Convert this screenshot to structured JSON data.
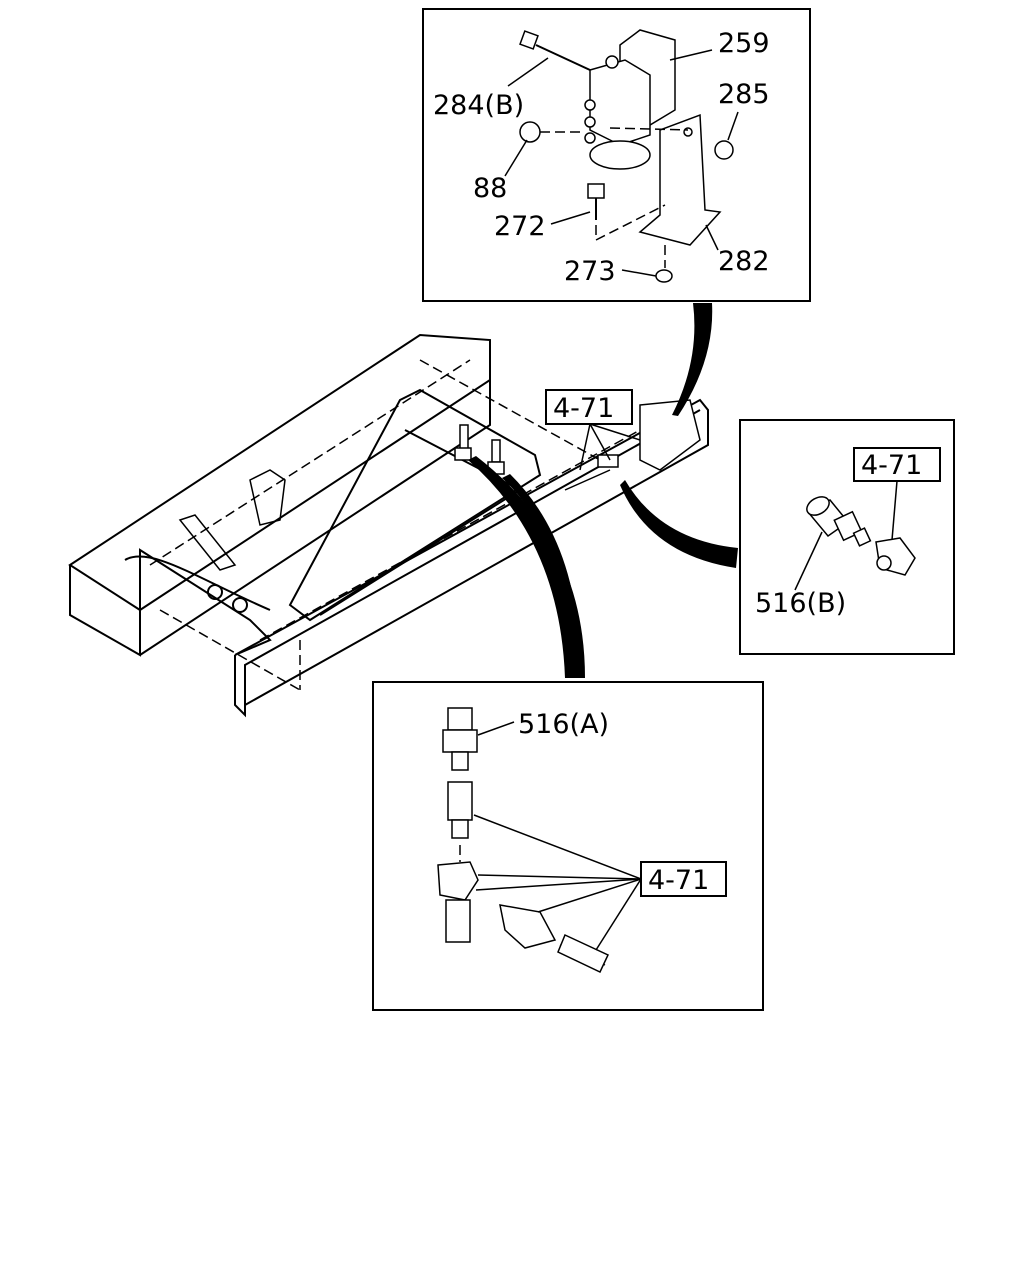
{
  "top_detail": {
    "labels": {
      "p259": "259",
      "p284b": "284(B)",
      "p285": "285",
      "p88": "88",
      "p272": "272",
      "p282": "282",
      "p273": "273"
    }
  },
  "frame": {
    "ref_label": "4-71"
  },
  "right_detail": {
    "ref_label": "4-71",
    "part_label": "516(B)"
  },
  "bottom_detail": {
    "part_label": "516(A)",
    "ref_label": "4-71"
  }
}
